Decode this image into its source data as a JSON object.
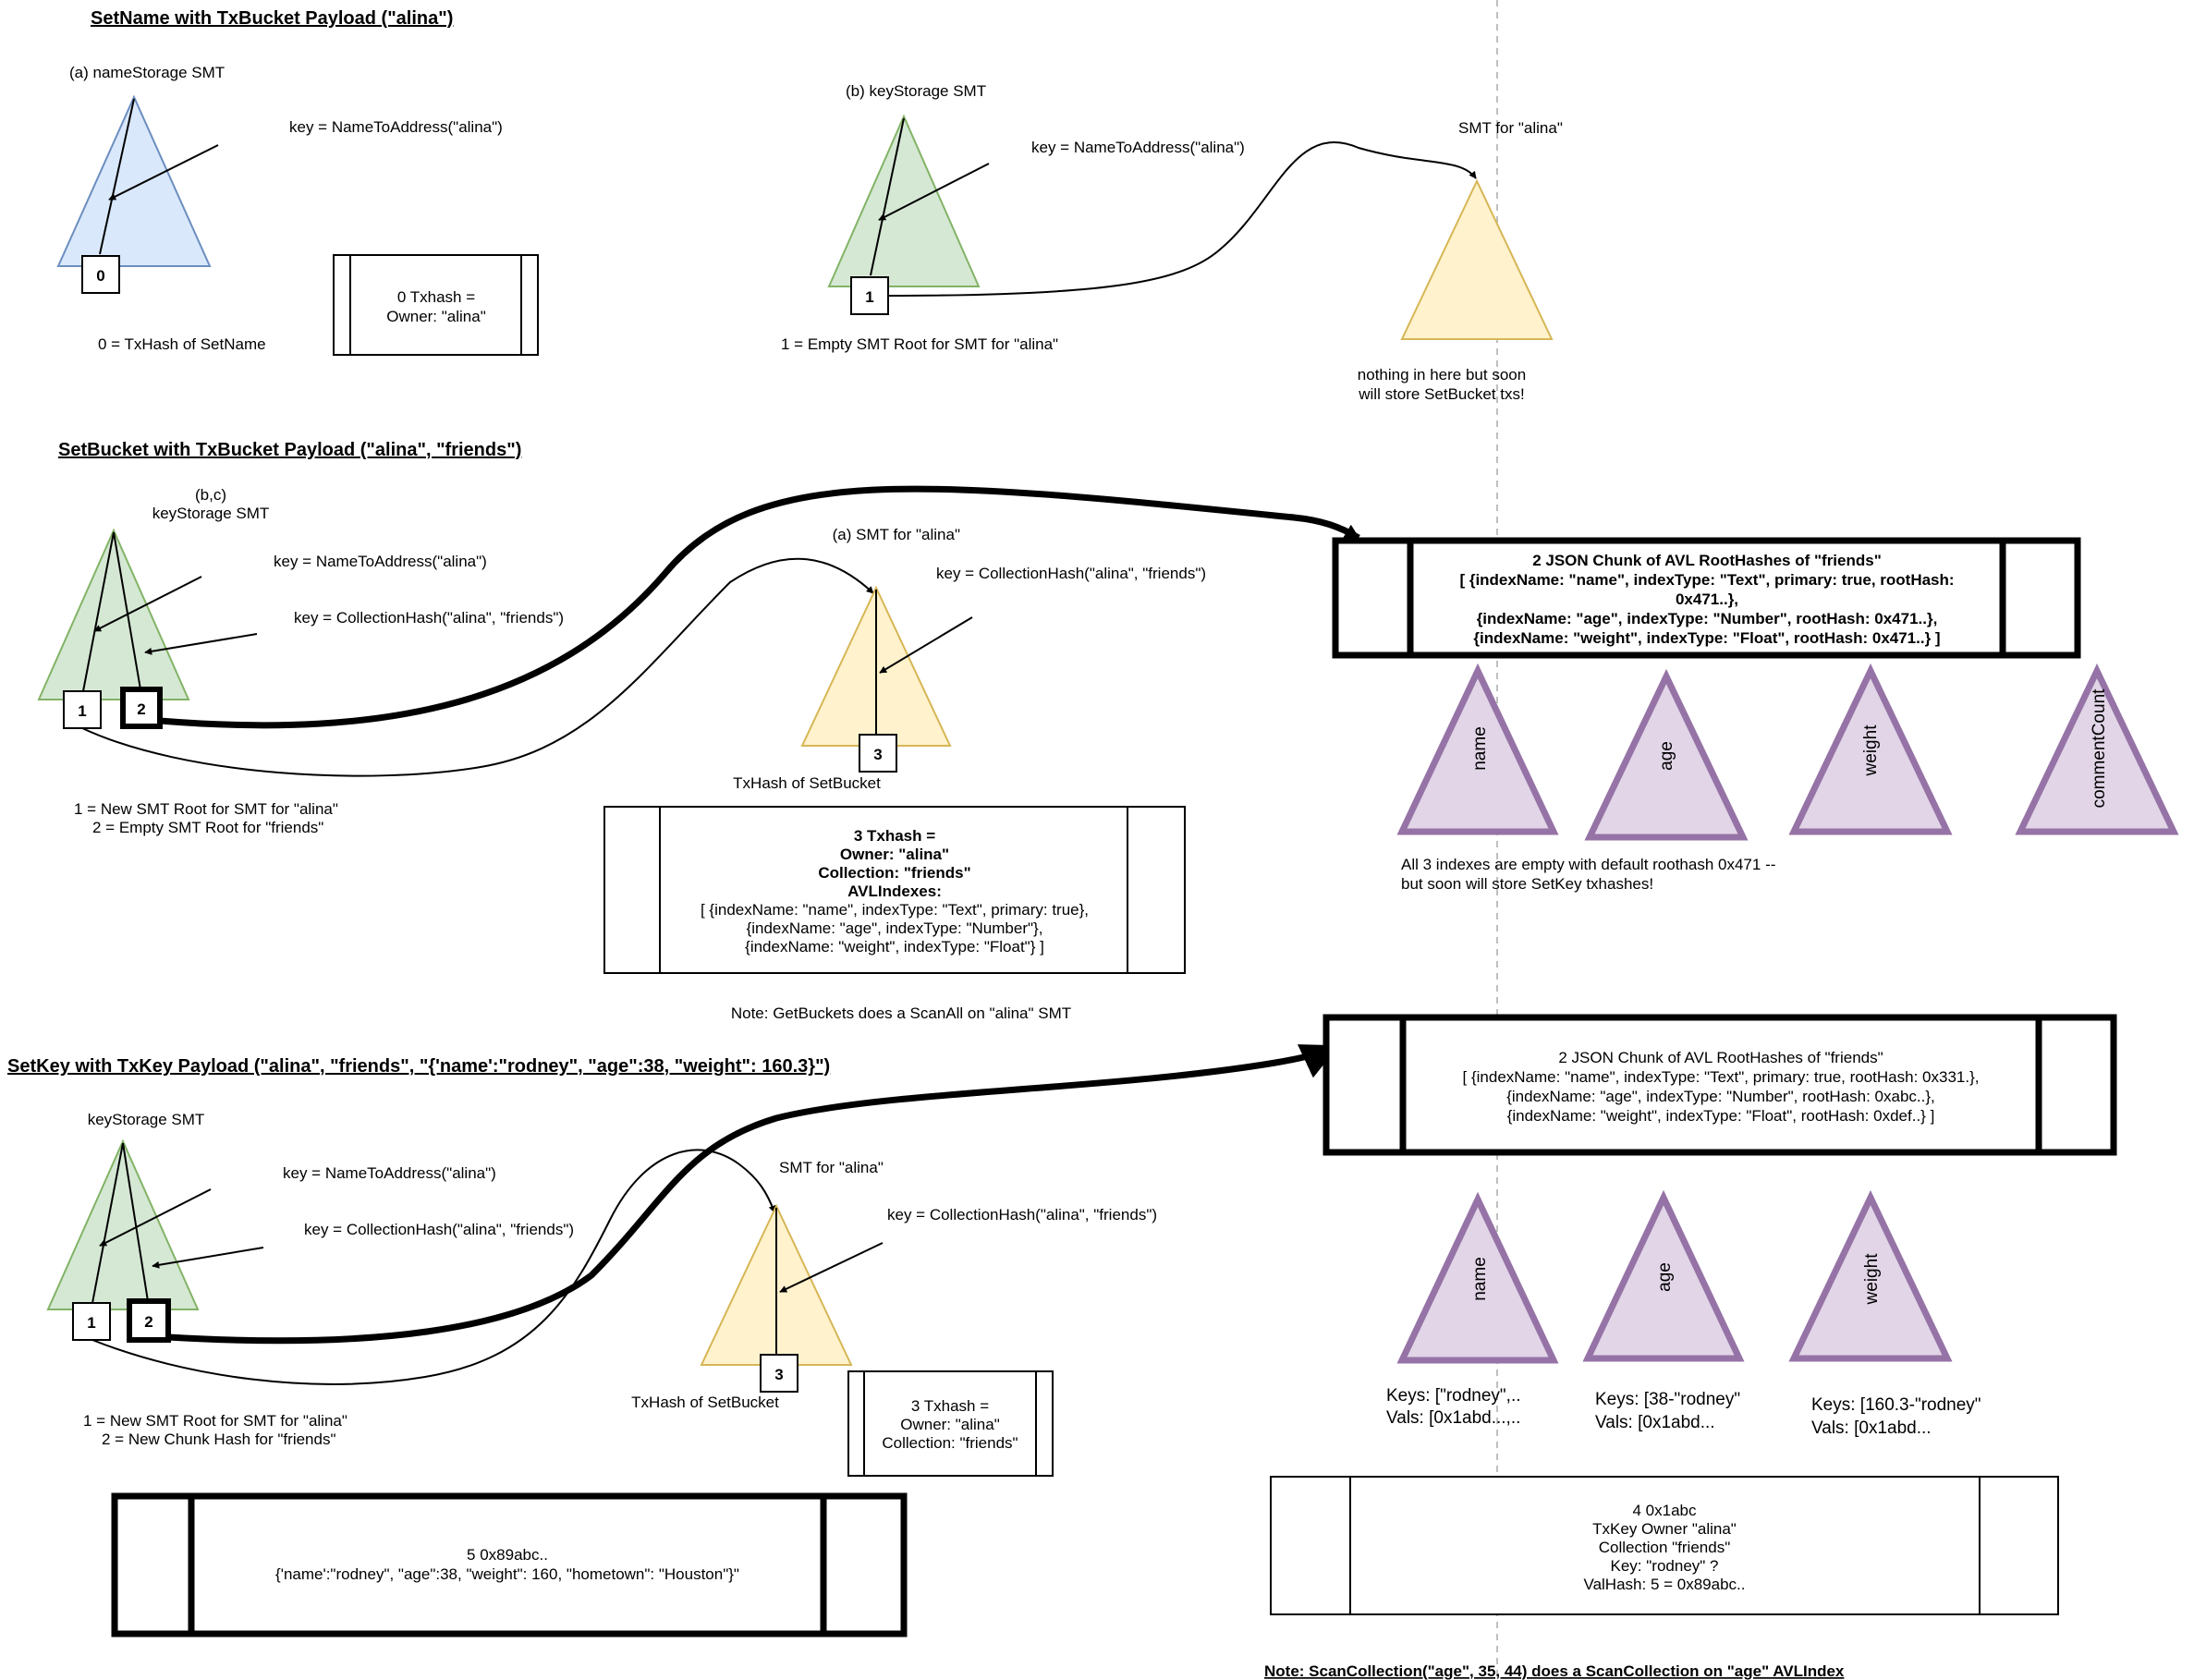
{
  "headings": {
    "setname": "SetName with TxBucket Payload (\"alina\")",
    "setbucket": "SetBucket with TxBucket Payload (\"alina\", \"friends\")",
    "setkey": "SetKey with TxKey Payload (\"alina\", \"friends\", \"{'name':\"rodney\", \"age\":38, \"weight\": 160.3}\")"
  },
  "s1": {
    "name_smt": "(a) nameStorage SMT",
    "key_name": "key = NameToAddress(\"alina\")",
    "node0": "0",
    "txhash_note": "0 = TxHash of SetName",
    "box_line1": "0 Txhash  =",
    "box_line2": "Owner: \"alina\"",
    "key_smt": "(b) keyStorage SMT",
    "key_name2": "key = NameToAddress(\"alina\")",
    "node1": "1",
    "root_note": "1 = Empty SMT Root for SMT for \"alina\"",
    "smt_alina": "SMT for \"alina\"",
    "nothing_1": "nothing in here but soon",
    "nothing_2": "will store SetBucket txs!"
  },
  "s2": {
    "bc": "(b,c)",
    "key_smt": "keyStorage SMT",
    "key_name": "key = NameToAddress(\"alina\")",
    "key_coll": "key = CollectionHash(\"alina\", \"friends\")",
    "node1": "1",
    "node2": "2",
    "note1": "1 = New SMT Root for SMT for \"alina\"",
    "note2": "2 = Empty SMT Root for \"friends\"",
    "smt_alina": "(a) SMT for \"alina\"",
    "key_coll2": "key = CollectionHash(\"alina\", \"friends\")",
    "node3": "3",
    "txhash_label": "TxHash of SetBucket",
    "box": [
      "3 Txhash  =",
      "Owner: \"alina\"",
      "Collection: \"friends\"",
      "AVLIndexes:",
      "[ {indexName: \"name\", indexType: \"Text\", primary: true},",
      "{indexName: \"age\", indexType: \"Number\"},",
      "{indexName: \"weight\", indexType: \"Float\"} ]"
    ],
    "note_getbuckets": "Note: GetBuckets does a ScanAll on \"alina\" SMT",
    "chunk": [
      "2 JSON Chunk of AVL RootHashes of \"friends\"",
      "[ {indexName: \"name\", indexType: \"Text\", primary: true, rootHash:",
      "0x471..},",
      "{indexName: \"age\", indexType: \"Number\", rootHash: 0x471..},",
      "{indexName: \"weight\", indexType: \"Float\", rootHash: 0x471..} ]"
    ],
    "triangles": [
      "name",
      "age",
      "weight",
      "commentCount"
    ],
    "empty_1": "All 3 indexes are empty with default roothash 0x471 --",
    "empty_2": "but soon will store SetKey txhashes!"
  },
  "s3": {
    "key_smt": "keyStorage SMT",
    "key_name": "key = NameToAddress(\"alina\")",
    "key_coll": "key = CollectionHash(\"alina\", \"friends\")",
    "node1": "1",
    "node2": "2",
    "note1": "1 = New SMT Root for SMT for \"alina\"",
    "note2": "2 = New Chunk Hash for \"friends\"",
    "smt_alina": "SMT for \"alina\"",
    "key_coll2": "key = CollectionHash(\"alina\", \"friends\")",
    "node3": "3",
    "txhash_label": "TxHash of SetBucket",
    "box": [
      "3 Txhash  =",
      "Owner: \"alina\"",
      "Collection: \"friends\""
    ],
    "chunk": [
      "2 JSON Chunk of AVL RootHashes of \"friends\"",
      "[ {indexName: \"name\", indexType: \"Text\", primary: true, rootHash: 0x331.},",
      "{indexName: \"age\", indexType: \"Number\", rootHash: 0xabc..},",
      "{indexName: \"weight\", indexType: \"Float\", rootHash: 0xdef..} ]"
    ],
    "triangles": [
      "name",
      "age",
      "weight"
    ],
    "keys_name": "Keys: [\"rodney\",..",
    "vals_name": "Vals:  [0x1abd...,..",
    "keys_age": "Keys: [38-\"rodney\"",
    "vals_age": "Vals:  [0x1abd...",
    "keys_weight": "Keys: [160.3-\"rodney\"",
    "vals_weight": "Vals:  [0x1abd...",
    "data_box": [
      "5 0x89abc..",
      "{'name':\"rodney\", \"age\":38, \"weight\": 160, \"hometown\": \"Houston\"}\""
    ],
    "txkey_box": [
      "4 0x1abc",
      "TxKey Owner \"alina\"",
      "Collection \"friends\"",
      "Key: \"rodney\" ?",
      "ValHash: 5 = 0x89abc.."
    ],
    "note_scan": "Note: ScanCollection(\"age\", 35, 44) does a ScanCollection on \"age\" AVLIndex"
  },
  "colors": {
    "blue_fill": "#dae8fc",
    "blue_stroke": "#6c8ebf",
    "green_fill": "#d5e8d4",
    "green_stroke": "#82b366",
    "yellow_fill": "#fff2cc",
    "yellow_stroke": "#d6b656",
    "purple_fill": "#e1d5e7",
    "purple_stroke": "#9673a6"
  }
}
